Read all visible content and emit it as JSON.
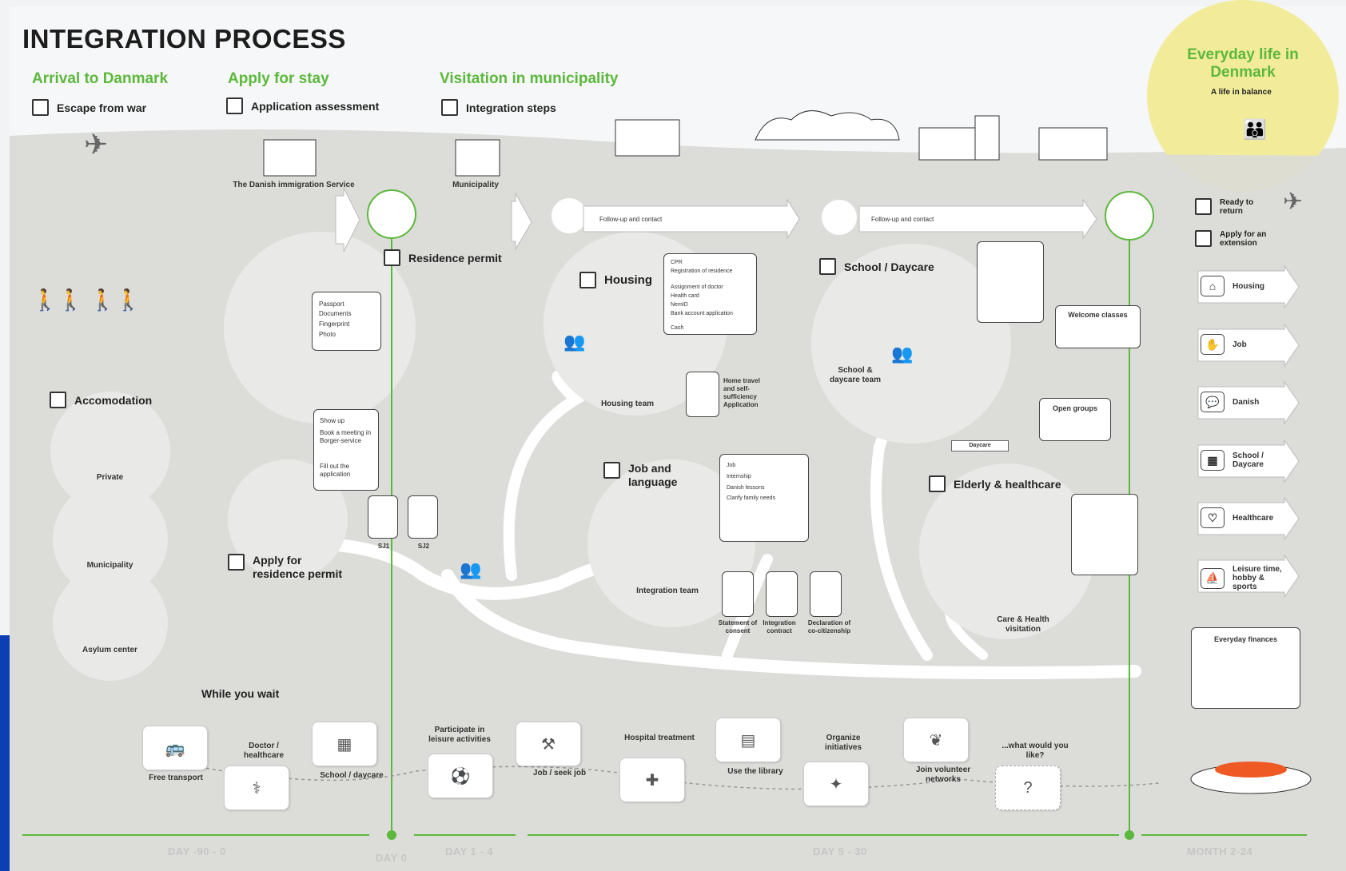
{
  "title": "INTEGRATION PROCESS",
  "phases": {
    "arrival": "Arrival to Danmark",
    "apply": "Apply for stay",
    "visitation": "Visitation in municipality",
    "everyday_title": "Everyday life in Denmark",
    "everyday_subtitle": "A life in balance"
  },
  "checkboxes": {
    "escape": "Escape from war",
    "application": "Application assessment",
    "integration_steps": "Integration steps",
    "residence_permit": "Residence permit",
    "accomodation": "Accomodation",
    "apply_residence": "Apply for residence permit",
    "housing": "Housing",
    "job_language": "Job and language",
    "school_daycare": "School / Daycare",
    "elderly": "Elderly & healthcare",
    "ready_return": "Ready to return",
    "apply_extension": "Apply for an extension"
  },
  "labels": {
    "immigration_service": "The Danish immigration Service",
    "municipality_top": "Municipality",
    "follow_up": "Follow-up and contact",
    "private": "Private",
    "municipality": "Municipality",
    "asylum": "Asylum center",
    "housing_team": "Housing team",
    "integration_team": "Integration team",
    "school_team": "School & daycare team",
    "care_health": "Care & Health visitation",
    "welcome_classes": "Welcome classes",
    "open_groups": "Open groups",
    "daycare": "Daycare",
    "while_wait": "While you wait",
    "finances": "Everyday finances",
    "home_travel": "Home travel and self-sufficiency Application",
    "statement": "Statement of consent",
    "integration_contract": "Integration contract",
    "declaration": "Declaration of co-citizenship",
    "sj1": "SJ1",
    "sj2": "SJ2"
  },
  "lists": {
    "passport": [
      "Passport",
      "Documents",
      "Fingerprint",
      "Photo"
    ],
    "showup": [
      "Show up",
      "Book a meeting in Borger-service",
      "Fill out the application"
    ],
    "cpr": [
      "CPR",
      "Registration of residence",
      "Assignment of doctor",
      "Health card",
      "NemID",
      "Bank account application",
      "Cash"
    ],
    "job": [
      "Job",
      "Internship",
      "Danish lessons",
      "Clarify family needs"
    ]
  },
  "right_column": [
    {
      "label": "Housing",
      "icon": "house-icon",
      "glyph": "⌂"
    },
    {
      "label": "Job",
      "icon": "handshake-icon",
      "glyph": "✋"
    },
    {
      "label": "Danish",
      "icon": "speech-icon",
      "glyph": "💬"
    },
    {
      "label": "School / Daycare",
      "icon": "school-icon",
      "glyph": "▦"
    },
    {
      "label": "Healthcare",
      "icon": "heart-icon",
      "glyph": "♡"
    },
    {
      "label": "Leisure time, hobby & sports",
      "icon": "leisure-icon",
      "glyph": "⛵"
    }
  ],
  "wait_activities": [
    {
      "label": "Free transport",
      "icon": "bus-icon",
      "glyph": "🚌"
    },
    {
      "label": "Doctor / healthcare",
      "icon": "doctor-icon",
      "glyph": "⚕"
    },
    {
      "label": "School / daycare",
      "icon": "school-icon",
      "glyph": "▦"
    },
    {
      "label": "Participate in leisure activities",
      "icon": "leisure-icon",
      "glyph": "⚽"
    },
    {
      "label": "Job / seek job",
      "icon": "job-icon",
      "glyph": "⚒"
    },
    {
      "label": "Hospital treatment",
      "icon": "hospital-icon",
      "glyph": "✚"
    },
    {
      "label": "Use the library",
      "icon": "library-icon",
      "glyph": "▤"
    },
    {
      "label": "Organize initiatives",
      "icon": "initiative-icon",
      "glyph": "✦"
    },
    {
      "label": "Join volunteer networks",
      "icon": "volunteer-icon",
      "glyph": "❦"
    },
    {
      "label": "...what would you like?",
      "icon": "question-icon",
      "glyph": "?"
    }
  ],
  "timeline": [
    "DAY -90 - 0",
    "DAY 0",
    "DAY 1 - 4",
    "DAY 5 - 30",
    "MONTH 2-24"
  ],
  "colors": {
    "green": "#5cb83c",
    "blue": "#2a4fa8",
    "red": "#dd2222",
    "yellow": "#f2ec9a",
    "grey": "#d7d7d4"
  }
}
